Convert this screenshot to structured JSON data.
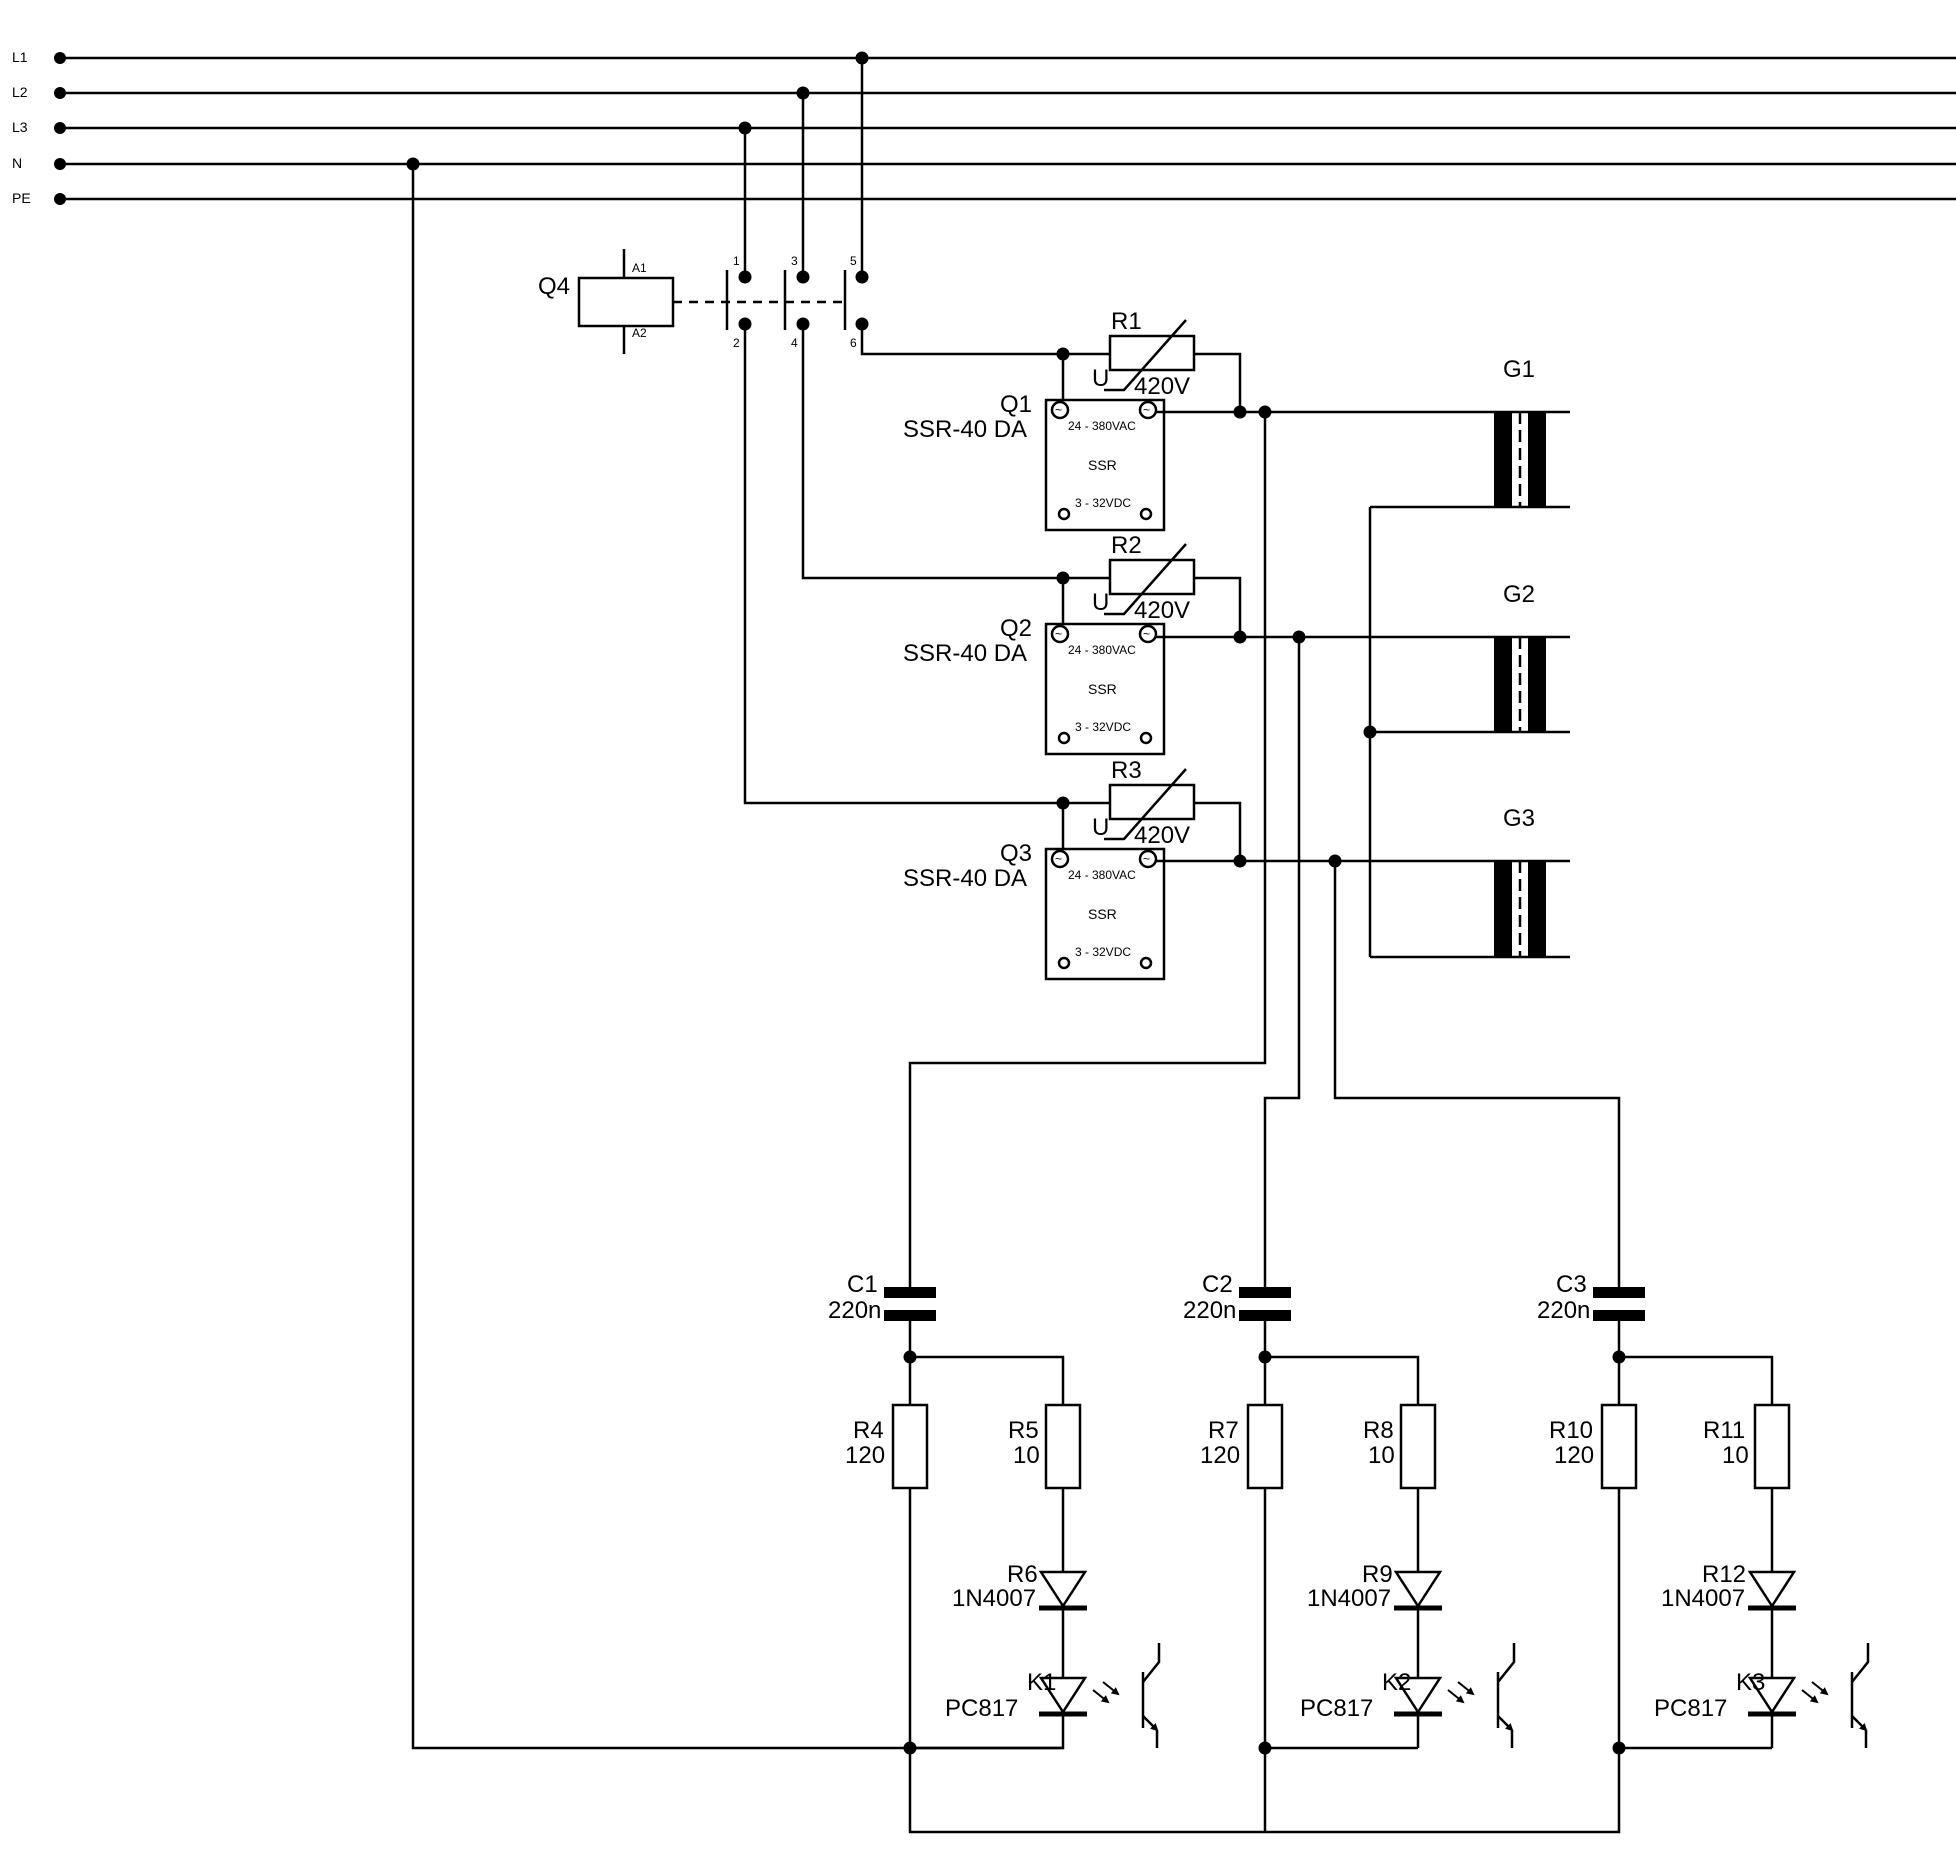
{
  "buses": {
    "l1": "L1",
    "l2": "L2",
    "l3": "L3",
    "n": "N",
    "pe": "PE"
  },
  "contactor": {
    "name": "Q4",
    "a1": "A1",
    "a2": "A2",
    "terminals": {
      "t1": "1",
      "t2": "2",
      "t3": "3",
      "t4": "4",
      "t5": "5",
      "t6": "6"
    }
  },
  "ssr_stages": [
    {
      "ssr": "Q1",
      "model": "SSR-40 DA",
      "ac": "24 - 380VAC",
      "body": "SSR",
      "dc": "3 - 32VDC",
      "varistor": "R1",
      "var_u": "U",
      "var_v": "420V",
      "load": "G1"
    },
    {
      "ssr": "Q2",
      "model": "SSR-40 DA",
      "ac": "24 - 380VAC",
      "body": "SSR",
      "dc": "3 - 32VDC",
      "varistor": "R2",
      "var_u": "U",
      "var_v": "420V",
      "load": "G2"
    },
    {
      "ssr": "Q3",
      "model": "SSR-40 DA",
      "ac": "24 - 380VAC",
      "body": "SSR",
      "dc": "3 - 32VDC",
      "varistor": "R3",
      "var_u": "U",
      "var_v": "420V",
      "load": "G3"
    }
  ],
  "detectors": [
    {
      "cap": "C1",
      "cap_val": "220n",
      "ra": "R4",
      "ra_val": "120",
      "rb": "R5",
      "rb_val": "10",
      "diode": "R6",
      "diode_val": "1N4007",
      "opto": "K1",
      "opto_val": "PC817"
    },
    {
      "cap": "C2",
      "cap_val": "220n",
      "ra": "R7",
      "ra_val": "120",
      "rb": "R8",
      "rb_val": "10",
      "diode": "R9",
      "diode_val": "1N4007",
      "opto": "K2",
      "opto_val": "PC817"
    },
    {
      "cap": "C3",
      "cap_val": "220n",
      "ra": "R10",
      "ra_val": "120",
      "rb": "R11",
      "rb_val": "10",
      "diode": "R12",
      "diode_val": "1N4007",
      "opto": "K3",
      "opto_val": "PC817"
    }
  ]
}
